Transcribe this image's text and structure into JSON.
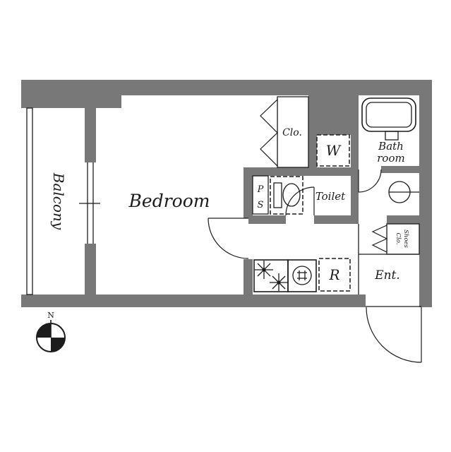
{
  "plan": {
    "colors": {
      "wall": "#787878",
      "line": "#1c1c1c",
      "floor": "#ffffff"
    },
    "rooms": {
      "balcony": "Balcony",
      "bedroom": "Bedroom",
      "closet": "Clo.",
      "washer": "W",
      "bath_line1": "Bath",
      "bath_line2": "room",
      "pipe_space_p": "P",
      "pipe_space_s": "S",
      "toilet": "Toilet",
      "shoes_line1": "Shoes",
      "shoes_line2": "Clo.",
      "fridge": "R",
      "entrance": "Ent."
    },
    "compass": {
      "north": "N"
    }
  }
}
